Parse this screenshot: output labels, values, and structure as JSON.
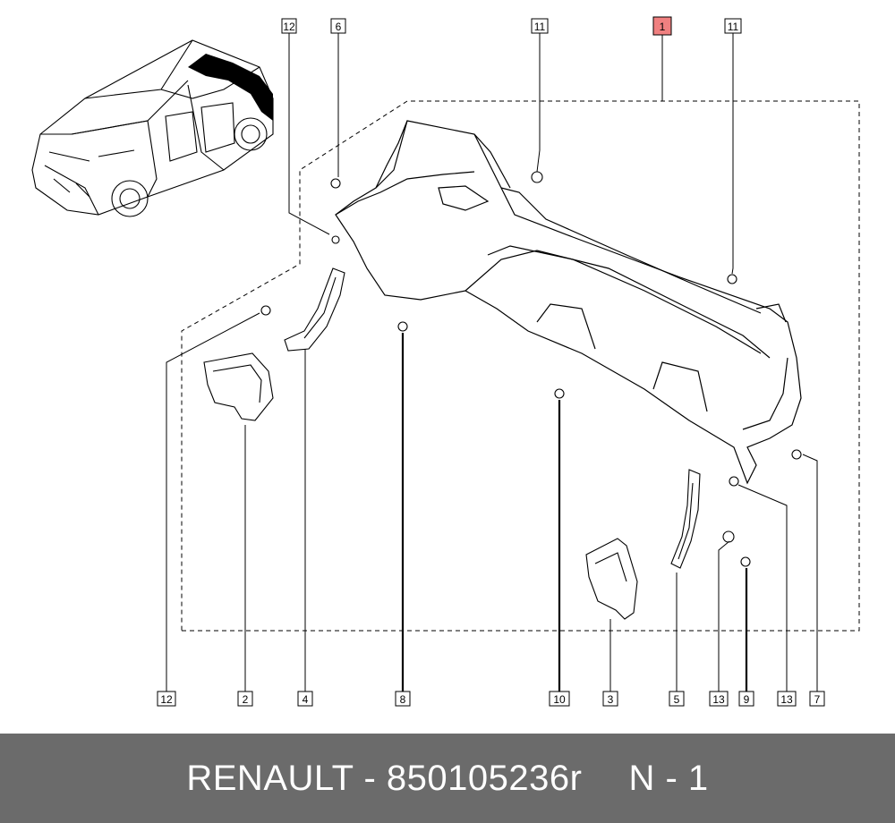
{
  "callouts": {
    "top_12": "12",
    "top_6": "6",
    "top_11a": "11",
    "top_1": "1",
    "top_11b": "11",
    "bottom_12": "12",
    "bottom_2": "2",
    "bottom_4": "4",
    "bottom_8": "8",
    "bottom_10": "10",
    "bottom_3": "3",
    "bottom_5": "5",
    "bottom_13a": "13",
    "bottom_9": "9",
    "bottom_13b": "13",
    "bottom_7": "7"
  },
  "highlight_color": "#f08080",
  "footer": {
    "part_text": "RENAULT - 850105236r",
    "qty_text": "N - 1"
  }
}
